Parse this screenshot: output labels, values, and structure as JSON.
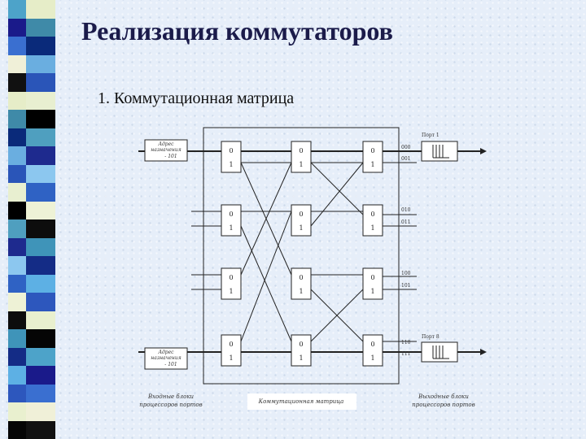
{
  "slide": {
    "title": "Реализация коммутаторов",
    "subtitle": "1. Коммутационная матрица"
  },
  "diagram": {
    "addr_label_line1": "Адрес",
    "addr_label_line2": "назначения",
    "addr_label_line3": "- 101",
    "port_top_label": "Порт 1",
    "port_bottom_label": "Порт 8",
    "output_codes": [
      "000",
      "001",
      "010",
      "011",
      "100",
      "101",
      "110",
      "111"
    ],
    "switch_bit_top": "0",
    "switch_bit_bottom": "1",
    "caption_left_line1": "Входные блоки",
    "caption_left_line2": "процессоров портов",
    "caption_center": "Коммутационная матрица",
    "caption_right_line1": "Выходные блоки",
    "caption_right_line2": "процессоров портов"
  },
  "colors": {
    "title": "#1b1b4a",
    "line": "#222222",
    "stripes": [
      "#4da3c9",
      "#1a1a8a",
      "#3a6fd0",
      "#f0f0d8",
      "#111111",
      "#e6edc8",
      "#3f8aa8",
      "#0a2a7a",
      "#6aaee0",
      "#2a55b8",
      "#e8efd0",
      "#000000",
      "#4f9fbf",
      "#1e2a8e",
      "#8cc7ef",
      "#2f62c4",
      "#eef2d6",
      "#0d0d0d",
      "#3f94b9",
      "#142c86",
      "#5db0e4",
      "#2d57bd",
      "#e9f0cf",
      "#050505"
    ]
  }
}
